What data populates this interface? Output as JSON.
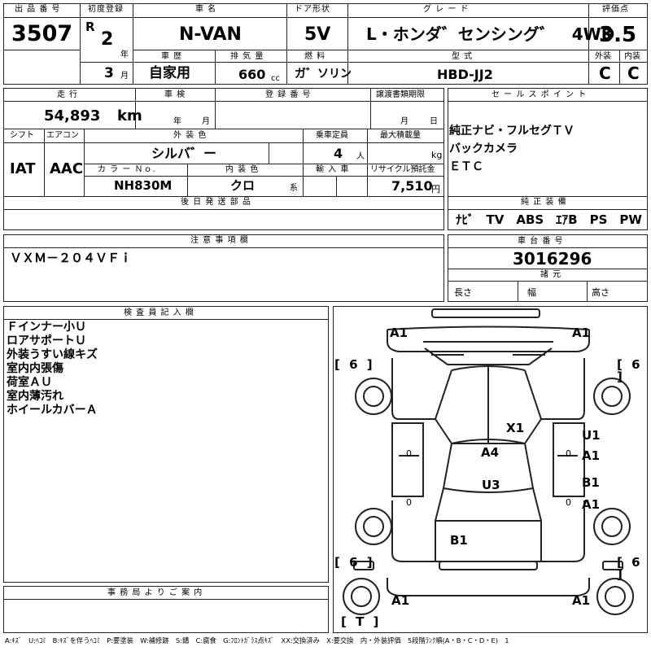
{
  "header": {
    "lot_no_label": "出 品 番 号",
    "lot_no": "3507",
    "first_reg_label": "初度登録",
    "era": "R",
    "year": "2",
    "year_unit": "年",
    "month": "3",
    "month_unit": "月",
    "car_name_label": "車 名",
    "car_name": "N-VAN",
    "door_label": "ドア形状",
    "door": "5V",
    "grade_label": "グ レ ー ド",
    "grade": "L・ホンダ゛センシング゛　4WD",
    "score_label": "評価点",
    "score": "3.5",
    "ext_label": "外装",
    "int_label": "内装",
    "ext_grade": "C",
    "int_grade": "C",
    "history_label": "車 歴",
    "history": "自家用",
    "displacement_label": "排 気 量",
    "displacement": "660",
    "displacement_unit": "cc",
    "fuel_label": "燃 料",
    "fuel": "ガ゛ソリン",
    "model_label": "型 式",
    "model": "HBD-JJ2"
  },
  "mid": {
    "mileage_label": "走 行",
    "mileage": "54,893",
    "mileage_unit": "km",
    "inspection_label": "車 検",
    "inspection_year": "年",
    "inspection_month": "月",
    "reg_no_label": "登 録 番 号",
    "transfer_label": "譲渡書類期限",
    "transfer_month": "月",
    "transfer_day": "日",
    "sales_label": "セ ー ル ス ポ イ ン ト",
    "sales_points": [
      "純正ナビ・フルセグＴＶ",
      "バックカメラ",
      "ＥＴＣ"
    ],
    "shift_label": "シフト",
    "shift": "IAT",
    "ac_label": "エアコン",
    "ac": "AAC",
    "ext_color_label": "外 装 色",
    "ext_color": "シルバ゛ー",
    "capacity_label": "乗車定員",
    "capacity": "4",
    "capacity_unit": "人",
    "max_load_label": "最大積載量",
    "max_load_unit": "kg",
    "color_no_label": "カ ラ ー Ｎｏ.",
    "color_no": "NH830M",
    "int_color_label": "内 装 色",
    "int_color": "クロ",
    "int_color_unit": "系",
    "import_label": "輸 入 車",
    "recycle_label": "リサイクル預託金",
    "recycle": "7,510",
    "recycle_unit": "円",
    "later_parts_label": "後 日 発 送 部 品",
    "genuine_label": "純 正 装 備",
    "genuine_items": "ﾅﾋﾞ　TV　ABS　ｴｱB　PS　PW"
  },
  "notes": {
    "caution_label": "注 意 事 項 欄",
    "caution_text": "ＶＸＭ－２０４ＶＦｉ",
    "chassis_label": "車 台 番 号",
    "chassis_no": "3016296",
    "spec_label": "諸 元",
    "length_label": "長さ",
    "width_label": "幅",
    "height_label": "高さ"
  },
  "inspector": {
    "label": "検 査 員 記 入 欄",
    "lines": [
      "Ｆインナー小Ｕ",
      "ロアサポートＵ",
      "外装うすい線キズ",
      "室内内張傷",
      "荷室ＡＵ",
      "室内薄汚れ",
      "ホイールカバーＡ"
    ]
  },
  "office": {
    "label": "事 務 局 よ り ご 案 内"
  },
  "diagram": {
    "marks": {
      "a1_tl": "A1",
      "a1_tr": "A1",
      "six_l1": "[ 6 ]",
      "six_r1": "[ 6 ]",
      "x1": "X1",
      "u1": "U1",
      "a1_r1": "A1",
      "a4": "A4",
      "zero_l1": "0",
      "zero_r1": "0",
      "u3": "U3",
      "b1_r": "B1",
      "a1_r2": "A1",
      "zero_l2": "0",
      "zero_r2": "0",
      "b1_c": "B1",
      "six_l2": "[ 6 ]",
      "six_r2": "[ 6 ]",
      "a1_bl": "A1",
      "a1_br": "A1",
      "t_mark": "[ T ]"
    }
  },
  "legend": "A:ｷｽﾞ　U:ﾍｺﾐ　B:ｷｽﾞを伴うﾍｺﾐ　P:要塗装　W:補修跡　S:錆　C:腐食　G:ﾌﾛﾝﾄｶﾞﾗｽ点ｷｽﾞ　XX:交換済み　X:要交換　内・外装評価　5段階ﾗﾝｸ順(A・B・C・D・E)　1"
}
